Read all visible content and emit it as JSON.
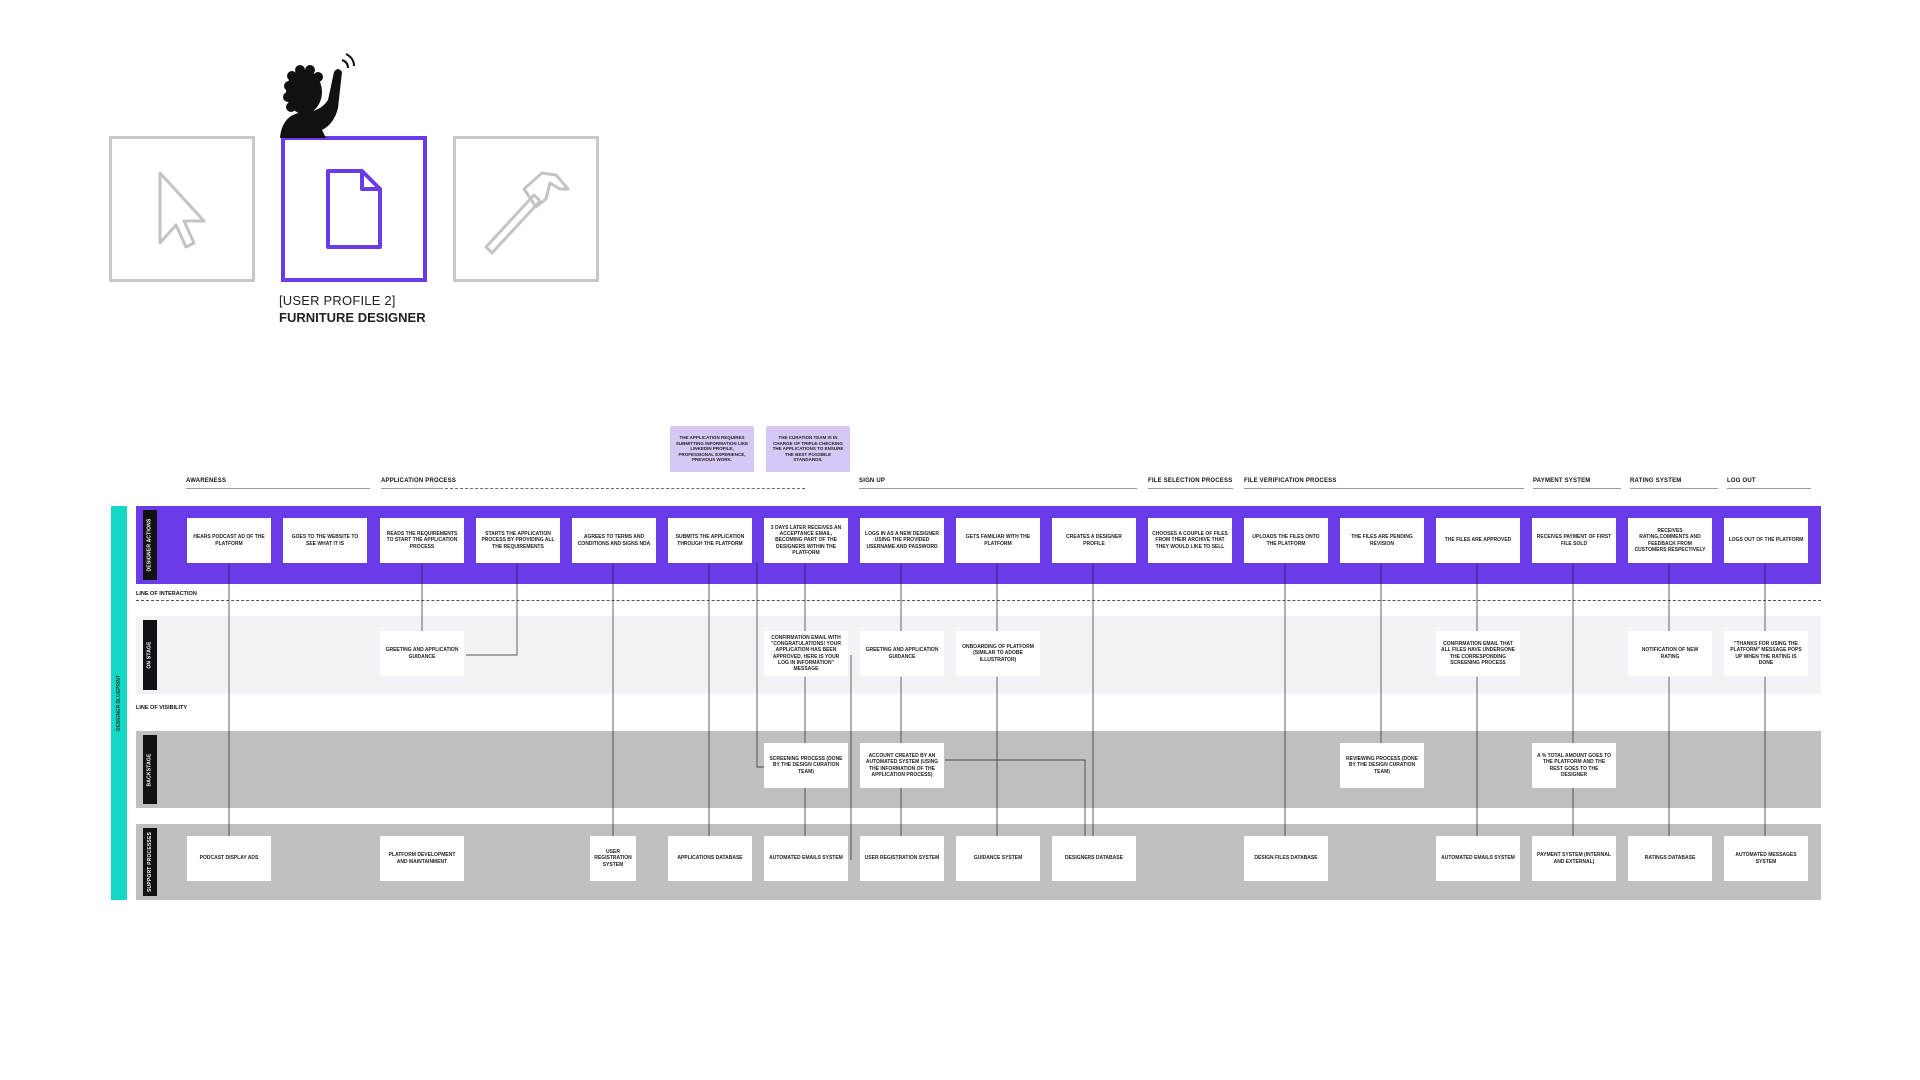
{
  "profile": {
    "tag": "[USER PROFILE 2]",
    "name": "FURNITURE DESIGNER"
  },
  "icons": {
    "card1": "cursor-icon",
    "card2": "document-icon",
    "card3": "hammer-icon",
    "avatar": "waving-person-icon"
  },
  "colors": {
    "accent": "#6a3ce8",
    "teal": "#13d8c6",
    "note": "#d5c8f5",
    "gray_band": "#c0c0c0"
  },
  "notes": {
    "n1": "THE APPLICATION REQUIRES SUBMITTING INFORMATION LIKE LINKEDIN PROFILE, PROFESSIONAL EXPERIENCE, PREVIOUS WORK.",
    "n2": "THE CURATION TEAM IS IN CHARGE OF TRIPLE-CHECKING THE APPLICATIONS TO ENSURE THE BEST POSSIBLE STANDARDS."
  },
  "phases": {
    "awareness": "AWARENESS",
    "application": "APPLICATION PROCESS",
    "signup": "SIGN UP",
    "file_selection": "FILE SELECTION PROCESS",
    "file_verification": "FILE VERIFICATION PROCESS",
    "payment": "PAYMENT SYSTEM",
    "rating": "RATING SYSTEM",
    "logout": "LOG OUT"
  },
  "blueprint_label": "DESIGNER BLUEPRINT",
  "rows": {
    "actions": "DESIGNER ACTIONS",
    "onstage": "ON STAGE",
    "backstage": "BACKSTAGE",
    "support": "SUPPORT PROCESSES"
  },
  "lines": {
    "interaction": "LINE OF INTERACTION",
    "visibility": "LINE OF VISIBILITY"
  },
  "actions": [
    "HEARS PODCAST AD OF THE PLATFORM",
    "GOES TO THE WEBSITE TO SEE WHAT IT IS",
    "READS THE REQUIREMENTS TO START THE APPLICATION PROCESS",
    "STARTS THE APPLICATION PROCESS BY PROVIDING ALL THE REQUIREMENTS",
    "AGREES TO TERMS AND CONDITIONS AND SIGNS NDA",
    "SUBMITS THE APPLICATION THROUGH THE PLATFORM",
    "3 DAYS LATER RECEIVES AN ACCEPTANCE EMAIL, BECOMING PART OF THE DESIGNERS WITHIN THE PLATFORM",
    "LOGS IN AS A NEW DESIGNER USING THE PROVIDED USERNAME AND PASSWORD",
    "GETS FAMILIAR WITH THE PLATFORM",
    "CREATES A DESIGNER PROFILE",
    "CHOOSES A COUPLE OF FILES FROM THEIR ARCHIVE THAT THEY WOULD LIKE TO SELL",
    "UPLOADS THE FILES ONTO THE PLATFORM",
    "THE FILES ARE PENDING REVISION",
    "THE FILES ARE APPROVED",
    "RECEIVES PAYMENT OF FIRST FILE SOLD",
    "RECEIVES RATING,COMMENTS AND FEEDBACK FROM CUSTOMERS RESPECTIVELY",
    "LOGS OUT OF THE PLATFORM"
  ],
  "onstage": {
    "greeting1": "GREETING AND APPLICATION GUIDANCE",
    "confirm1": "CONFIRMATION EMAIL WITH \"CONGRATULATIONS! YOUR APPLICATION HAS BEEN APPROVED, HERE IS YOUR LOG IN INFORMATION\" MESSAGE",
    "greeting2": "GREETING AND APPLICATION GUIDANCE",
    "onboarding": "ONBOARDING OF PLATFORM (SIMILAR TO ADOBE ILLUSTRATOR)",
    "confirm2": "CONFIRMATION EMAIL THAT ALL FILES HAVE UNDERGONE THE CORRESPONDING SCREENING PROCESS",
    "notif_rating": "NOTIFICATION OF NEW RATING",
    "thanks": "\"THANKS FOR USING THE PLATFORM\" MESSAGE POPS UP WHEN THE RATING IS DONE"
  },
  "backstage": {
    "screening": "SCREENING PROCESS (DONE BY THE DESIGN CURATION TEAM)",
    "account": "ACCOUNT CREATED BY AN AUTOMATED SYSTEM (USING THE INFORMATION OF THE APPLICATION PROCESS)",
    "reviewing": "REVIEWING PROCESS (DONE BY THE DESIGN CURATION TEAM)",
    "amount": "A % TOTAL AMOUNT GOES TO THE PLATFORM AND THE REST GOES TO THE DESIGNER"
  },
  "support": {
    "podcast": "PODCAST DISPLAY ADS",
    "platform_dev": "PLATFORM DEVELOPMENT AND MAINTAINMENT",
    "user_reg1": "USER REGISTRATION SYSTEM",
    "apps_db": "APPLICATIONS DATABASE",
    "emails1": "AUTOMATED EMAILS SYSTEM",
    "user_reg2": "USER REGISTRATION SYSTEM",
    "guidance": "GUIDANCE SYSTEM",
    "designers_db": "DESIGNERS DATABASE",
    "files_db": "DESIGN FILES DATABASE",
    "emails2": "AUTOMATED EMAILS SYSTEM",
    "payment": "PAYMENT SYSTEM (INTERNAL AND EXTERNAL)",
    "ratings_db": "RATINGS DATABASE",
    "messages": "AUTOMATED MESSAGES SYSTEM"
  }
}
